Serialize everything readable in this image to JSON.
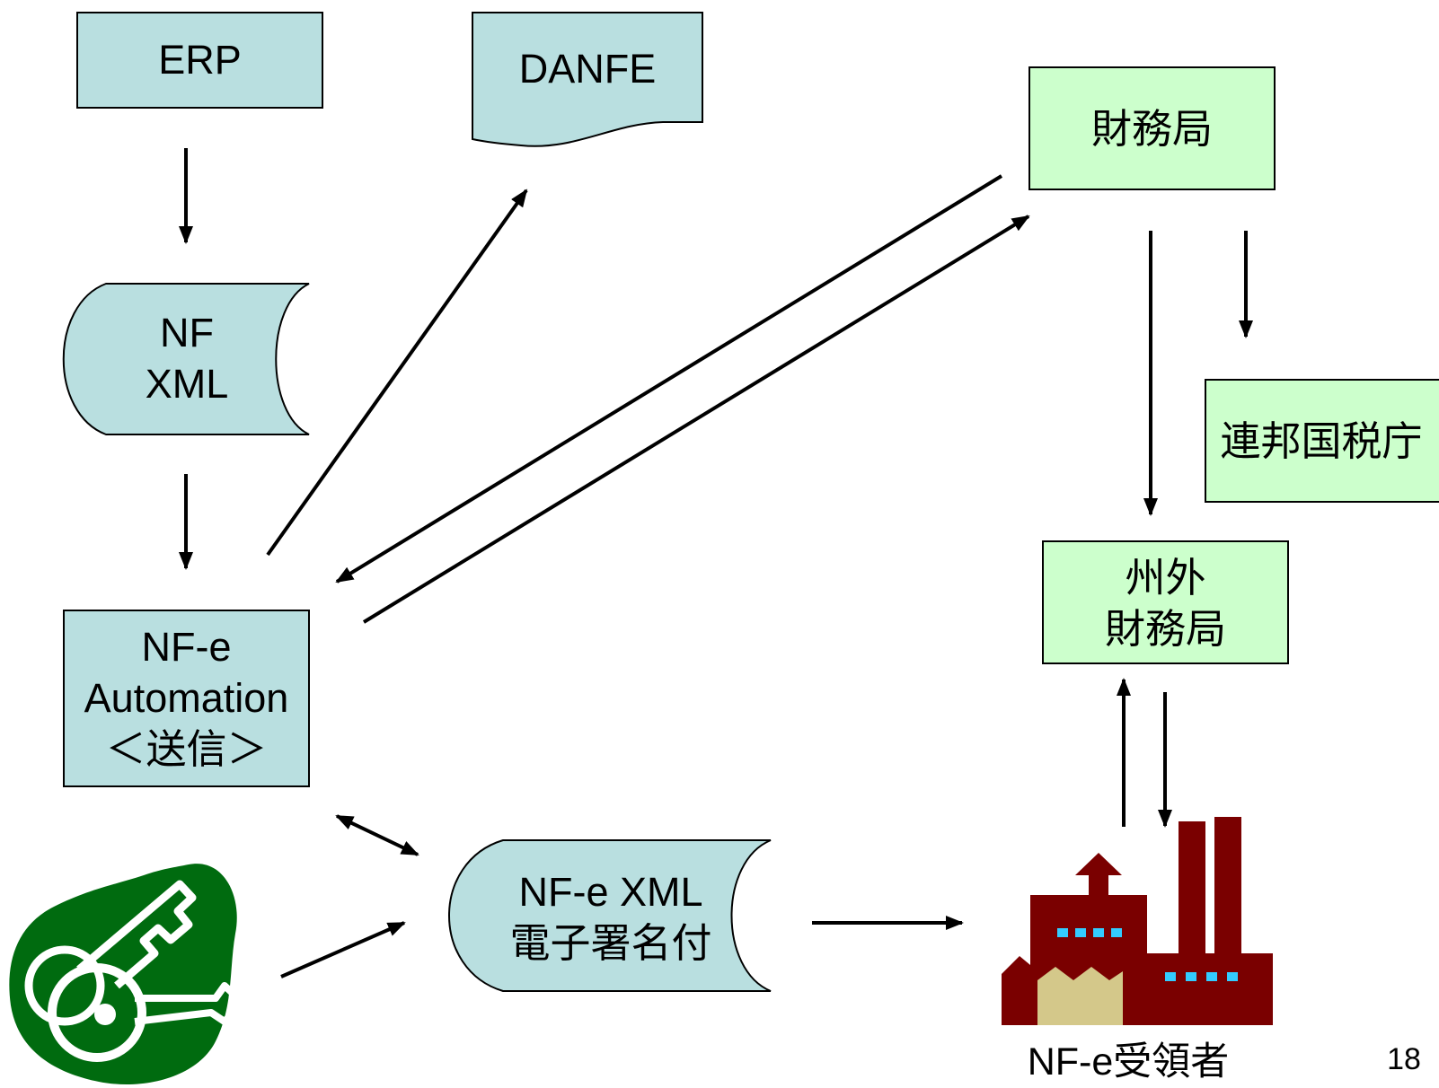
{
  "nodes": {
    "erp": {
      "label": "ERP"
    },
    "danfe": {
      "label": "DANFE"
    },
    "nf_xml": {
      "lines": [
        "NF",
        "XML"
      ]
    },
    "nfe_automation": {
      "lines": [
        "NF-e",
        "Automation",
        "＜送信＞"
      ]
    },
    "signed_xml": {
      "lines": [
        "NF-e XML",
        "電子署名付"
      ]
    },
    "finance_bureau": {
      "label": "財務局"
    },
    "federal_tax_office": {
      "label": "連邦国税庁"
    },
    "out_of_state_bureau": {
      "lines": [
        "州外",
        "財務局"
      ]
    },
    "recipient": {
      "label": "NF-e受領者"
    }
  },
  "page_number": "18",
  "icons": {
    "key": "digital-certificate-key-icon",
    "factory": "factory-icon"
  },
  "colors": {
    "data_node_fill": "#b9dfe0",
    "authority_node_fill": "#ccffcc",
    "key_green": "#006b0f",
    "factory_brown": "#7a0000",
    "factory_window": "#33ccff",
    "factory_wall": "#d4c88a"
  }
}
